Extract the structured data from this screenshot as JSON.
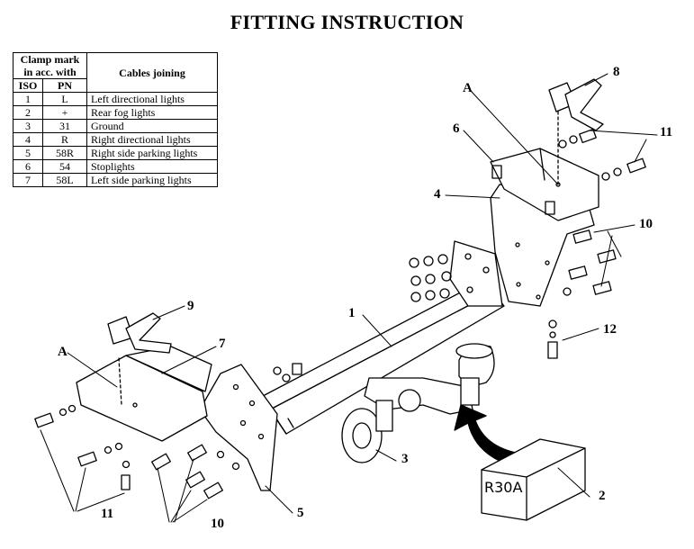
{
  "title": "FITTING INSTRUCTION",
  "table": {
    "header_clamp_line1": "Clamp mark",
    "header_clamp_line2": "in acc. with",
    "header_cables": "Cables joining",
    "header_iso": "ISO",
    "header_pn": "PN",
    "rows": [
      {
        "iso": "1",
        "pn": "L",
        "cable": "Left directional lights"
      },
      {
        "iso": "2",
        "pn": "+",
        "cable": "Rear fog lights"
      },
      {
        "iso": "3",
        "pn": "31",
        "cable": "Ground"
      },
      {
        "iso": "4",
        "pn": "R",
        "cable": "Right directional lights"
      },
      {
        "iso": "5",
        "pn": "58R",
        "cable": "Right side parking lights"
      },
      {
        "iso": "6",
        "pn": "54",
        "cable": "Stoplights"
      },
      {
        "iso": "7",
        "pn": "58L",
        "cable": "Left side parking lights"
      }
    ]
  },
  "callouts": {
    "c1": "1",
    "c2": "2",
    "c3": "3",
    "c4": "4",
    "c5": "5",
    "c6": "6",
    "c7": "7",
    "c8": "8",
    "c9": "9",
    "c10a": "10",
    "c10b": "10",
    "c11a": "11",
    "c11b": "11",
    "c12": "12",
    "cA1": "A",
    "cA2": "A"
  },
  "box_label": "R30A"
}
